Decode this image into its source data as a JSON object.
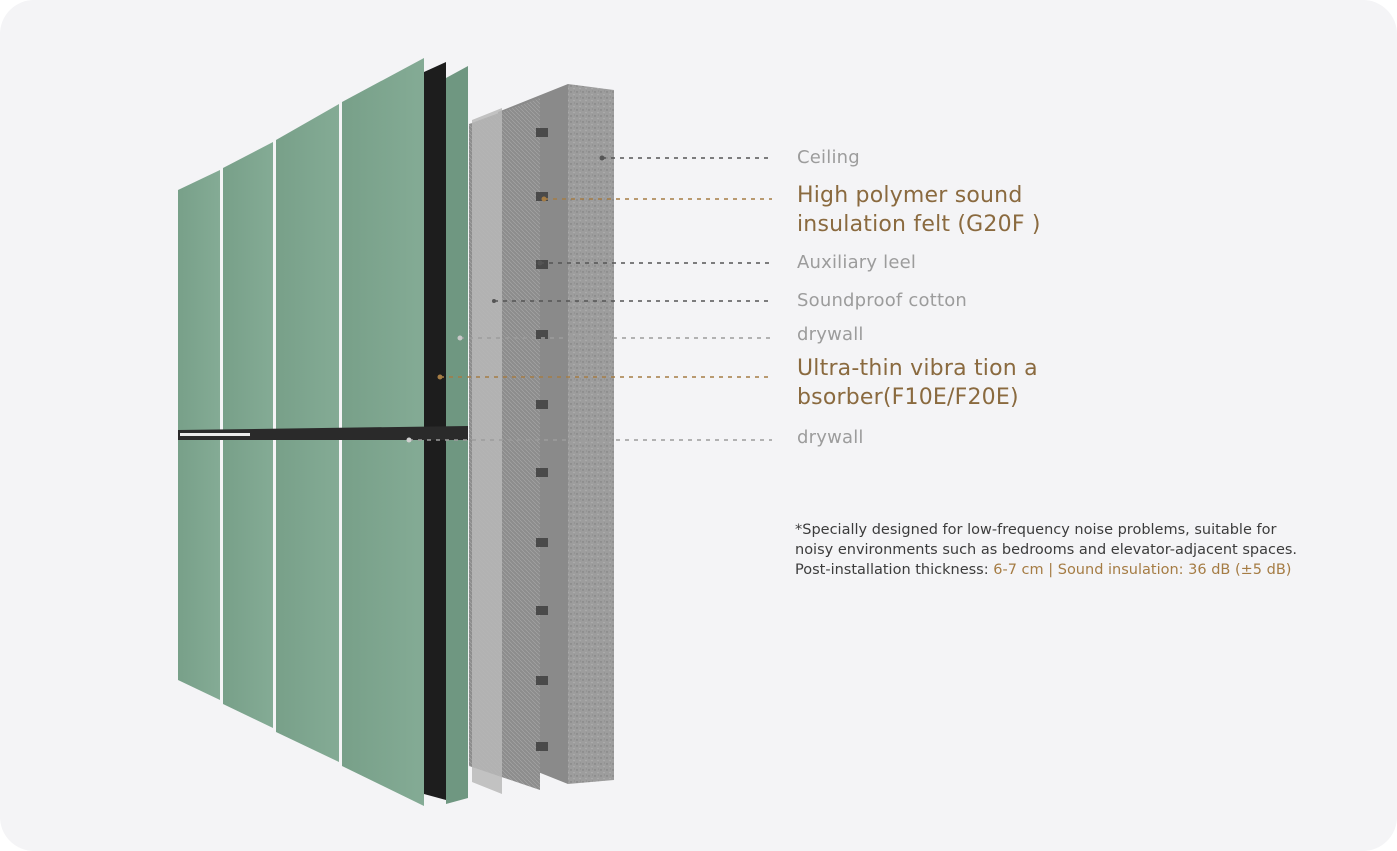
{
  "labels": {
    "ceiling": "Ceiling",
    "felt": "High polymer sound insulation felt (G20F )",
    "keel": "Auxiliary leel",
    "cotton": "Soundproof cotton",
    "drywall_1": "drywall",
    "absorber": "Ultra-thin vibra tion a bsorber(F10E/F20E)",
    "drywall_2": "drywall"
  },
  "note": {
    "line1": "*Specially designed for low-frequency noise problems, suitable for",
    "line2": "noisy environments such as bedrooms and elevator-adjacent spaces.",
    "thickness_prefix": "Post-installation thickness: ",
    "thickness_value": "6-7 cm",
    "separator": " | ",
    "sound_label": "Sound insulation: ",
    "sound_value": "36 dB (±5 dB)"
  },
  "colors": {
    "background": "#f4f4f6",
    "panel_green": "#7ea58e",
    "felt_black": "#1d1d1d",
    "accent": "#8a6a3f",
    "muted_label": "#9c9c9c",
    "concrete": "#9a9a9a"
  }
}
